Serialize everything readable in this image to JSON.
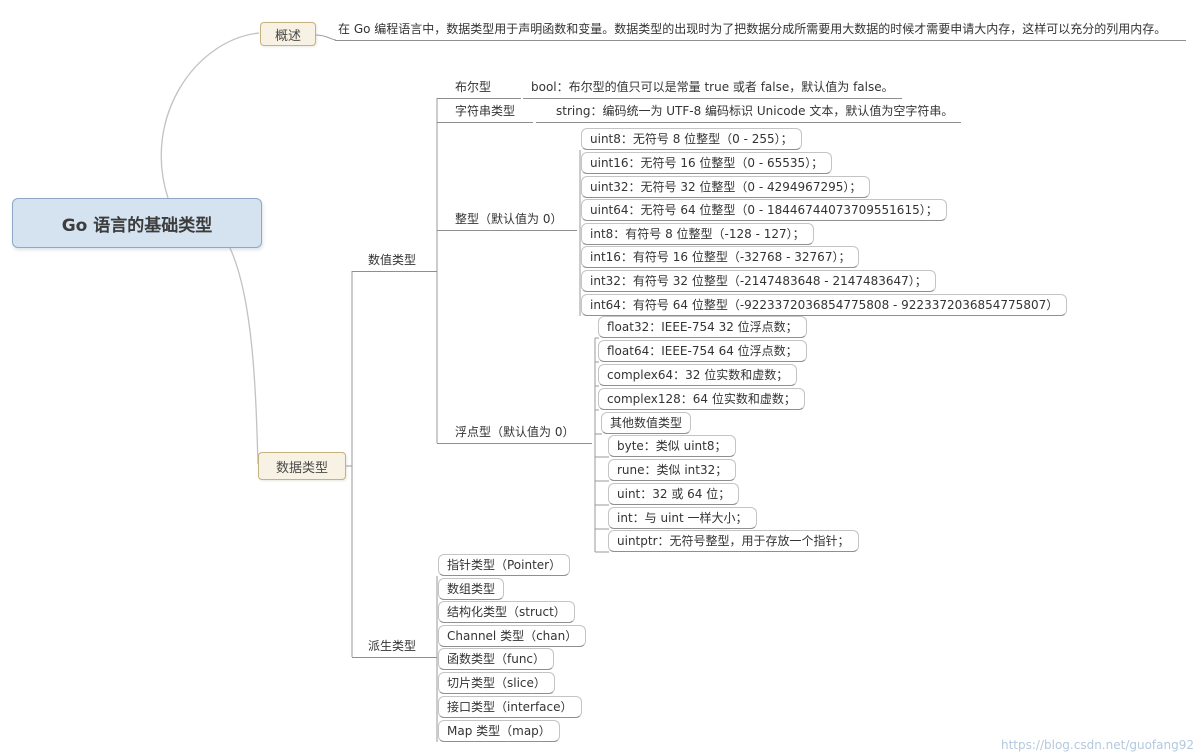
{
  "root": {
    "label": "Go 语言的基础类型"
  },
  "overview": {
    "label": "概述",
    "text": "在 Go 编程语言中，数据类型用于声明函数和变量。数据类型的出现时为了把数据分成所需要用大数据的时候才需要申请大内存，这样可以充分的列用内存。"
  },
  "data_type": {
    "label": "数据类型"
  },
  "numeric": {
    "label": "数值类型",
    "bool_label": "布尔型",
    "bool_desc": "bool：布尔型的值只可以是常量 true 或者 false，默认值为 false。",
    "string_label": "字符串类型",
    "string_desc": "string：编码统一为 UTF-8 编码标识 Unicode 文本，默认值为空字符串。",
    "integer_label": "整型（默认值为 0）",
    "integer_items": [
      "uint8：无符号 8 位整型（0 - 255）；",
      "uint16：无符号 16 位整型（0 - 65535）；",
      "uint32：无符号 32 位整型（0 - 4294967295）；",
      "uint64：无符号 64 位整型（0 - 18446744073709551615）；",
      "int8：有符号 8 位整型（-128 - 127）；",
      "int16：有符号 16 位整型（-32768 - 32767）；",
      "int32：有符号 32 位整型（-2147483648 - 2147483647）；",
      "int64：有符号 64 位整型（-9223372036854775808 - 9223372036854775807）"
    ],
    "float_label": "浮点型（默认值为 0）",
    "float_items": [
      "float32：IEEE-754 32 位浮点数；",
      "float64：IEEE-754 64 位浮点数；",
      "complex64：32 位实数和虚数；",
      "complex128：64 位实数和虚数；"
    ],
    "other_label": "其他数值类型",
    "other_items": [
      "byte：类似 uint8；",
      "rune：类似 int32；",
      "uint：32 或 64 位；",
      "int：与 uint 一样大小；",
      "uintptr：无符号整型，用于存放一个指针；"
    ]
  },
  "derived": {
    "label": "派生类型",
    "items": [
      "指针类型（Pointer）",
      "数组类型",
      "结构化类型（struct）",
      "Channel 类型（chan）",
      "函数类型（func）",
      "切片类型（slice）",
      "接口类型（interface）",
      "Map 类型（map）"
    ]
  },
  "watermark": "https://blog.csdn.net/guofang92",
  "colors": {
    "root_fill": "#d5e3f1",
    "root_border": "#8fa8c6",
    "label_fill": "#f7f2e3",
    "label_border": "#c6b27f",
    "bus_line": "#9a9a9a",
    "curve_line": "#c2c2c2"
  }
}
